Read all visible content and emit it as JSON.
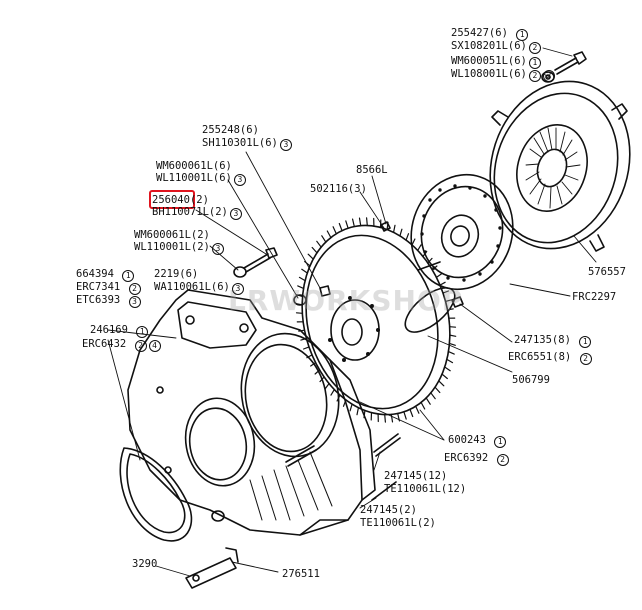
{
  "labels": {
    "l255427": "255427(6)",
    "l255427_n": "1",
    "lsx108201": "SX108201L(6)",
    "lsx108201_n": "2",
    "lwm600051": "WM600051L(6)",
    "lwm600051_n": "1",
    "lwl108001": "WL108001L(6)",
    "lwl108001_n": "2",
    "lwl108001_n2": "2",
    "l255248": "255248(6)",
    "lsh110301": "SH110301L(6)",
    "lsh110301_n": "3",
    "lwm600061a": "WM600061L(6)",
    "lwl110001a": "WL110001L(6)",
    "lwl110001a_n": "3",
    "l256040": "256040",
    "l256040_q": "(2)",
    "lbh110071": "BH110071L(2)",
    "lbh110071_n": "3",
    "lwm600061b": "WM600061L(2)",
    "lwl110001b": "WL110001L(2)",
    "lwl110001b_n": "3",
    "l664394": "664394",
    "l664394_n": "1",
    "l2219": "2219(6)",
    "lerc7341": "ERC7341",
    "lerc7341_n": "2",
    "lwa110061": "WA110061L(6)",
    "lwa110061_n": "3",
    "letc6393": "ETC6393",
    "letc6393_n": "3",
    "l246169": "246169",
    "l246169_n": "1",
    "lerc6432": "ERC6432",
    "lerc6432_n1": "2",
    "lerc6432_n2": "4",
    "l8566": "8566L",
    "l502116": "502116(3)",
    "l576557": "576557",
    "lfrc2297": "FRC2297",
    "l247135": "247135(8)",
    "l247135_n": "1",
    "lerc6551": "ERC6551(8)",
    "lerc6551_n": "2",
    "l506799": "506799",
    "l600243": "600243",
    "l600243_n": "1",
    "lerc6392": "ERC6392",
    "lerc6392_n": "2",
    "l247145a": "247145(12)",
    "lte110061a": "TE110061L(12)",
    "l247145b": "247145(2)",
    "lte110061b": "TE110061L(2)",
    "l3290": "3290",
    "l276511": "276511"
  },
  "watermark": "LRWORKSHOP",
  "colors": {
    "line": "#111111",
    "highlight": "#e0141e",
    "watermark": "#a0a0a0"
  }
}
